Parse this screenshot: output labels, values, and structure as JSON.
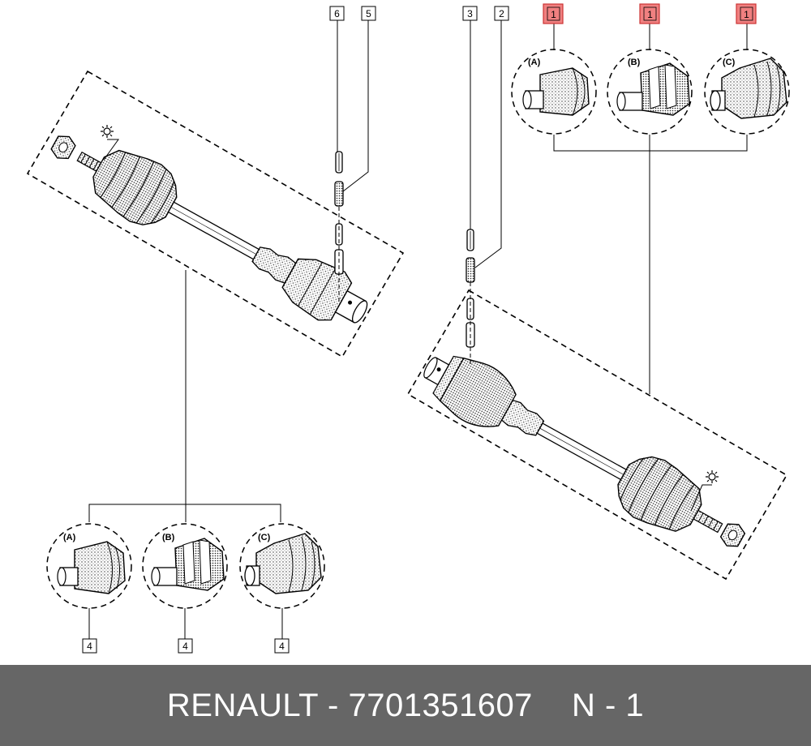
{
  "colors": {
    "highlight_fill": "#f08080",
    "highlight_stroke": "#cc3333",
    "footer_bg": "#666666",
    "footer_text": "#ffffff"
  },
  "callouts": {
    "c6": "6",
    "c5": "5",
    "c3": "3",
    "c2": "2",
    "c1a": "1",
    "c1b": "1",
    "c1c": "1",
    "c4a": "4",
    "c4b": "4",
    "c4c": "4"
  },
  "variants": {
    "top": {
      "a": "(A)",
      "b": "(B)",
      "c": "(C)"
    },
    "bottom": {
      "a": "(A)",
      "b": "(B)",
      "c": "(C)"
    }
  },
  "icons": [
    "sun-torque-icon",
    "sun-torque-icon"
  ],
  "footer": {
    "brand": "RENAULT",
    "separator": "-",
    "part_number": "7701351607",
    "code": "N - 1"
  }
}
